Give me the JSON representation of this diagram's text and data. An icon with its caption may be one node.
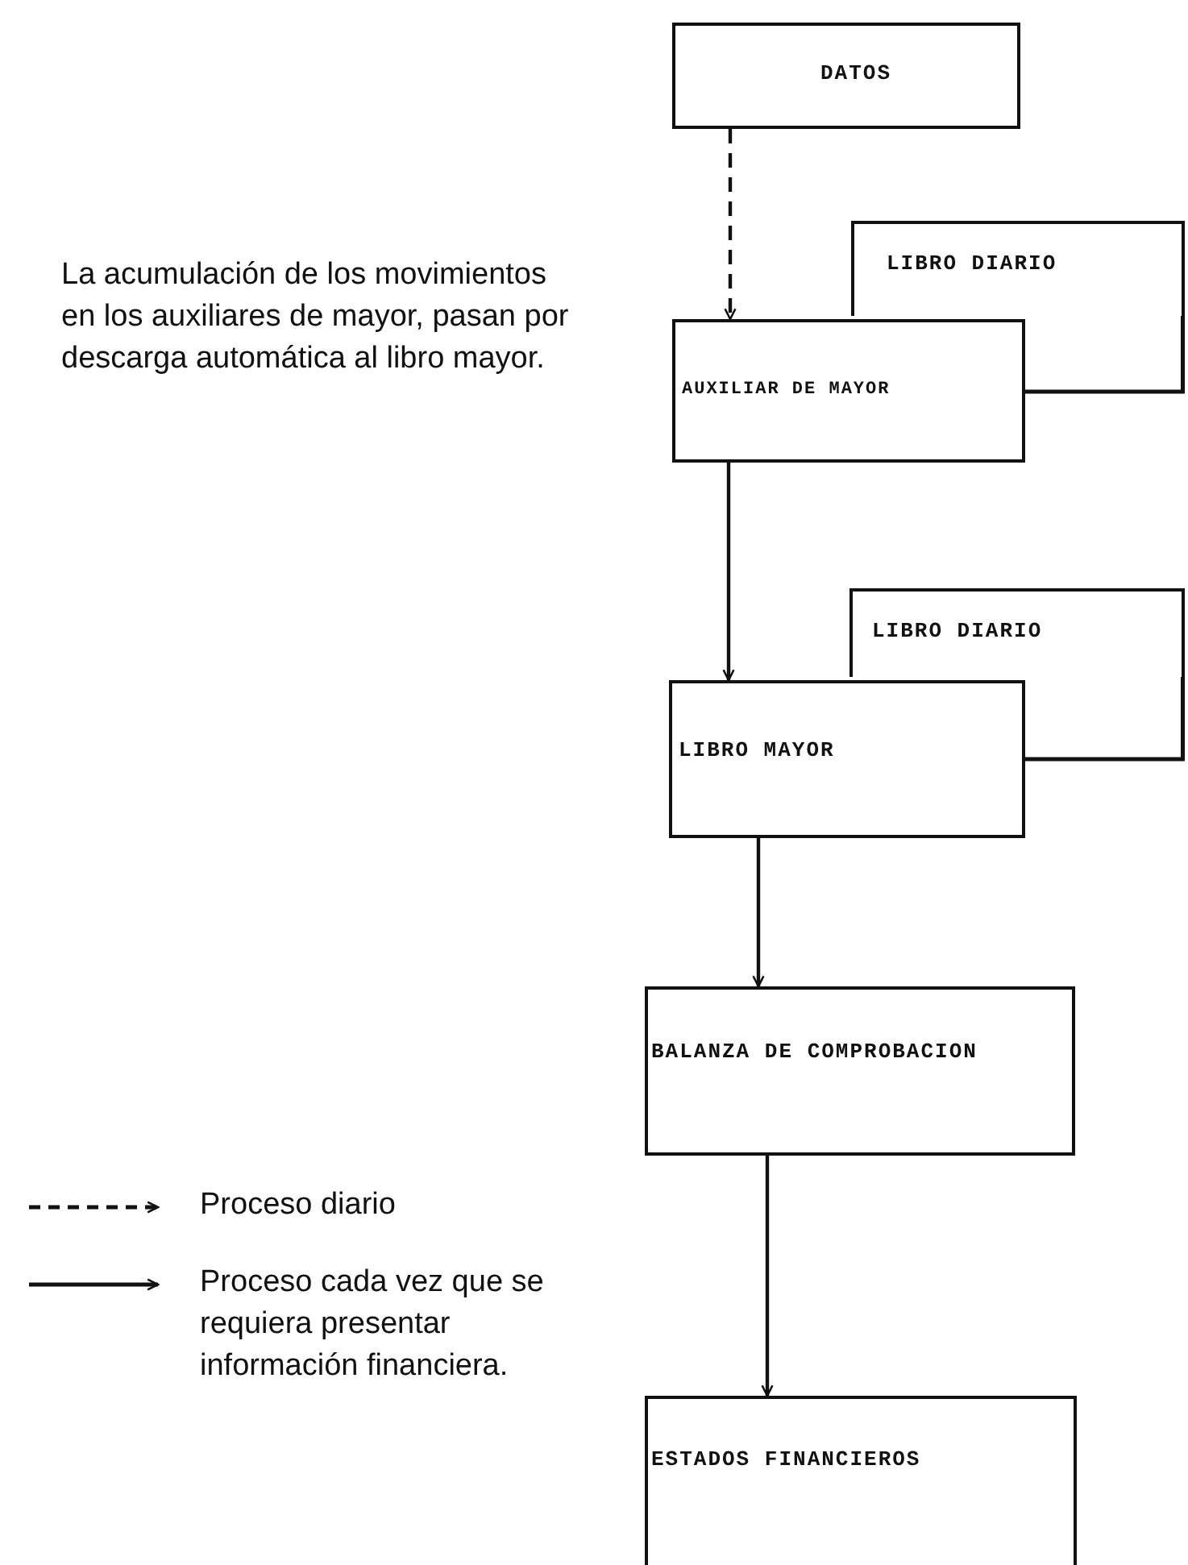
{
  "diagram": {
    "nodes": [
      {
        "text": [
          "DATOS"
        ]
      },
      {
        "text": [
          "LIBRO DIARIO"
        ]
      },
      {
        "text": [
          "AUXILIAR DE MAYOR"
        ]
      },
      {
        "text": [
          "LIBRO DIARIO"
        ]
      },
      {
        "text": [
          "LIBRO MAYOR"
        ]
      },
      {
        "text": [
          "BALANZA DE COMPROBACION"
        ]
      },
      {
        "text": [
          "ESTADOS FINANCIEROS"
        ]
      }
    ],
    "edges": [
      {
        "from": 0,
        "to": 2,
        "arrow": "to",
        "style": "dashed"
      },
      {
        "from": 2,
        "to": 4,
        "arrow": "to"
      },
      {
        "from": 4,
        "to": 5,
        "arrow": "to"
      },
      {
        "from": 5,
        "to": 6,
        "arrow": "to"
      }
    ],
    "labels": [
      "La acumulación de los movimientos en los auxiliares de mayor, pasan por descarga automática al libro mayor."
    ],
    "legend": [
      {
        "text": "Proceso diario"
      },
      {
        "text": "Proceso cada vez que se requiera presentar información financiera."
      }
    ]
  }
}
